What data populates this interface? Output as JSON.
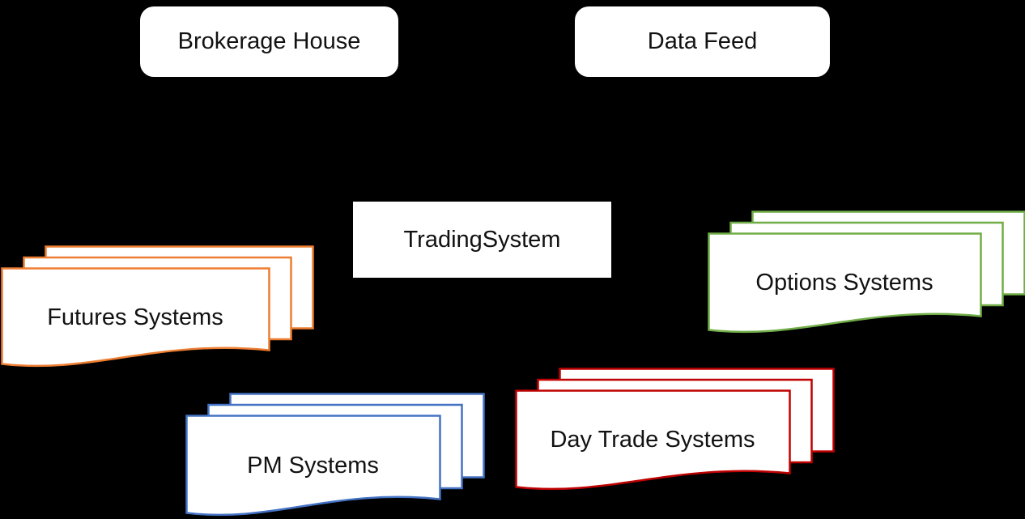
{
  "diagram": {
    "background_color": "#000000",
    "shape_fill_color": "#ffffff",
    "text_color": "#121212",
    "nodes": [
      {
        "id": "brokerage-house",
        "label": "Brokerage House",
        "shape": "rounded-rectangle",
        "fill": "#ffffff"
      },
      {
        "id": "data-feed",
        "label": "Data Feed",
        "shape": "rounded-rectangle",
        "fill": "#ffffff"
      },
      {
        "id": "trading-system",
        "label": "TradingSystem",
        "shape": "rectangle",
        "fill": "#ffffff"
      }
    ],
    "stacks": [
      {
        "id": "futures-systems",
        "label": "Futures Systems",
        "shape": "multi-document",
        "border_color": "#ED7D31",
        "fill": "#ffffff"
      },
      {
        "id": "pm-systems",
        "label": "PM Systems",
        "shape": "multi-document",
        "border_color": "#4472C4",
        "fill": "#ffffff"
      },
      {
        "id": "day-trade-systems",
        "label": "Day Trade Systems",
        "shape": "multi-document",
        "border_color": "#C00000",
        "fill": "#ffffff"
      },
      {
        "id": "options-systems",
        "label": "Options Systems",
        "shape": "multi-document",
        "border_color": "#70AD47",
        "fill": "#ffffff"
      }
    ]
  }
}
